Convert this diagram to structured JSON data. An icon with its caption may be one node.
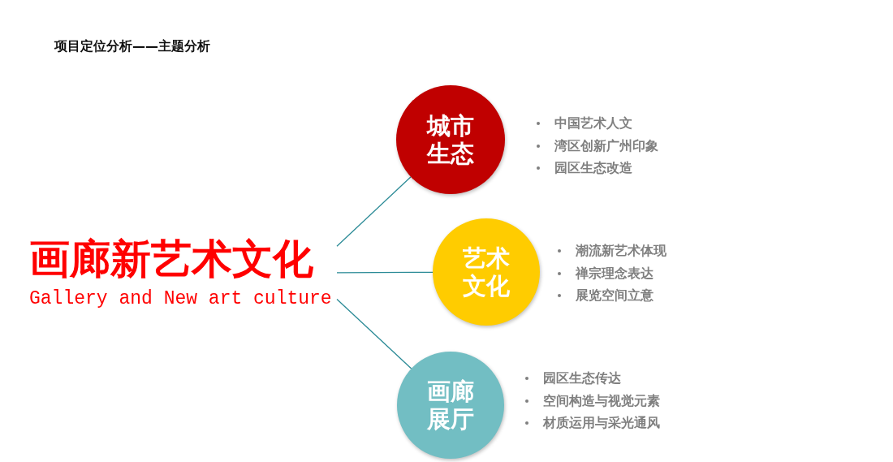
{
  "diagram": {
    "title": "项目定位分析——主题分析",
    "nodes": [
      {
        "text": [
          "画廊新艺术文化",
          "Gallery and New art culture"
        ]
      },
      {
        "text": [
          "城市生态"
        ],
        "beside": [
          "中国艺术人文",
          "湾区创新广州印象",
          "园区生态改造"
        ]
      },
      {
        "text": [
          "艺术文化"
        ],
        "beside": [
          "潮流新艺术体现",
          "禅宗理念表达",
          "展览空间立意"
        ]
      },
      {
        "text": [
          "画廊展厅"
        ],
        "beside": [
          "园区生态传达",
          "空间构造与视觉元素",
          "材质运用与采光通风"
        ]
      }
    ],
    "edges": [
      {
        "from": 0,
        "to": 1,
        "arrow": "none"
      },
      {
        "from": 0,
        "to": 2,
        "arrow": "none"
      },
      {
        "from": 0,
        "to": 3,
        "arrow": "none"
      }
    ]
  }
}
